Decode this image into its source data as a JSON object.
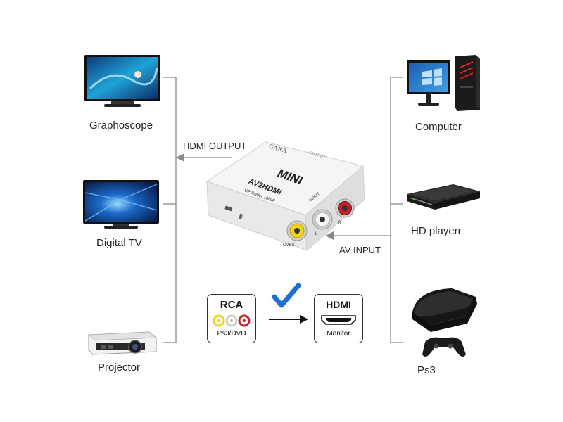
{
  "devices_left": [
    {
      "label": "Graphoscope",
      "icon": "tv-icon"
    },
    {
      "label": "Digital  TV",
      "icon": "tv-icon"
    },
    {
      "label": "Projector",
      "icon": "projector-icon"
    }
  ],
  "devices_right": [
    {
      "label": "Computer",
      "icon": "desktop-computer-icon"
    },
    {
      "label": "HD playerr",
      "icon": "hd-player-icon"
    },
    {
      "label": "Ps3",
      "icon": "game-console-icon"
    }
  ],
  "flows": {
    "output_label": "HDMI OUTPUT",
    "input_label": "AV INPUT"
  },
  "adapter": {
    "brand": "GANA",
    "model": "MINI",
    "name": "AV2HDMI",
    "spec": "UP Scaler 1080P",
    "input_label": "INPUT",
    "cvbs_label": "CVBS",
    "left_label": "L",
    "right_label": "R",
    "output_label": "OUTPUT"
  },
  "conversion": {
    "from_title": "RCA",
    "from_sub": "Ps3/DVD",
    "to_title": "HDMI",
    "to_sub": "Monitor"
  },
  "colors": {
    "line": "#9a9a9a",
    "arrow": "#8a8a8a",
    "check": "#1f6fd1",
    "rca_yellow": "#f2d21a",
    "rca_white": "#e6e6e6",
    "rca_red": "#c8202a"
  }
}
